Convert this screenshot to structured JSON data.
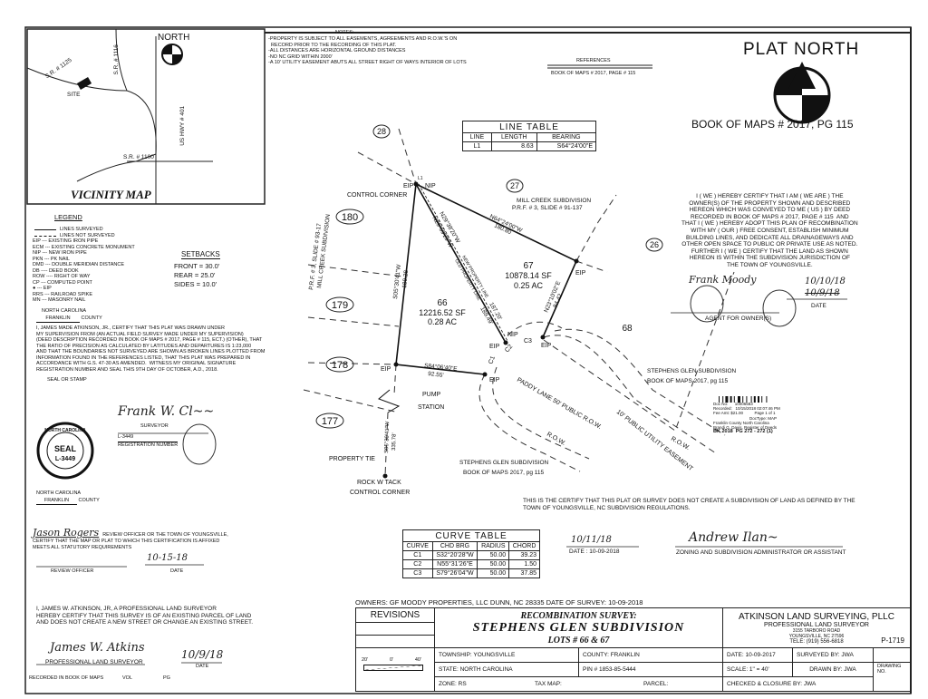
{
  "vicinity": {
    "title": "VICINITY MAP",
    "north": "NORTH",
    "roads": [
      "S.R. # 1125",
      "S.R. # 1116",
      "US HWY # 401",
      "S.R. # 1100"
    ],
    "site": "SITE"
  },
  "notes": {
    "title": "NOTES:",
    "lines": [
      "-PROPERTY IS SUBJECT TO ALL EASEMENTS, AGREEMENTS AND R.O.W.'S ON",
      "  RECORD PRIOR TO THE RECORDING OF THIS PLAT.",
      "-ALL DISTANCES ARE HORIZONTAL GROUND DISTANCES",
      "-NO NC GRID WITHIN 2000'",
      "-A 10' UTILITY EASEMENT ABUTS ALL STREET RIGHT OF WAYS INTERIOR OF LOTS"
    ]
  },
  "references": {
    "title": "REFERENCES",
    "text": "BOOK OF MAPS # 2017, PAGE # 115"
  },
  "plat_north": {
    "title": "PLAT NORTH",
    "book": "BOOK OF MAPS # 2017, PG 115"
  },
  "legend": {
    "title": "LEGEND",
    "items": [
      "LINES SURVEYED",
      "LINES NOT SURVEYED",
      "EIP --- EXISTING IRON PIPE",
      "ECM --- EXISTING CONCRETE MONUMENT",
      "NIP --- NEW IRON PIPE",
      "PKN --- PK NAIL",
      "DMD --- DOUBLE MERIDIAN DISTANCE",
      "DB ---- DEED BOOK",
      "ROW ---- RIGHT OF WAY",
      "CP --- COMPUTED POINT",
      "● --- EIP",
      "RRS --- RAILROAD SPIKE",
      "MN --- MASONRY NAIL"
    ]
  },
  "setbacks": {
    "title": "SETBACKS",
    "front": "FRONT = 30.0'",
    "rear": "REAR = 25.0'",
    "sides": "SIDES = 10.0'"
  },
  "surveyor_cert": {
    "state": "NORTH CAROLINA",
    "county": "FRANKLIN",
    "county_label": "COUNTY",
    "text": "I, JAMES MADE ATKINSON, JR., CERTIFY THAT THIS PLAT WAS DRAWN UNDER\nMY SUPERVISION FROM (AN ACTUAL FIELD SURVEY MADE UNDER MY SUPERVISION)\n(DEED DESCRIPTION RECORDED IN BOOK OF MAPS # 2017, PAGE # 115, ECT.) (OTHER), THAT\nTHE RATIO OF PRECISION AS CALCULATED BY LATITUDES AND DEPARTURES IS 1:23,000\nAND THAT THE BOUNDARIES NOT SURVEYED ARE SHOWN AS BROKEN LINES PLOTTED FROM\nINFORMATION FOUND IN THE REFERENCES LISTED, THAT THIS PLAT WAS PREPARED IN\nACCORDANCE WITH G.S. 47-30 AS AMENDED.  WITNESS MY ORIGINAL SIGNATURE\nREGISTRATION NUMBER AND SEAL THIS 9TH DAY OF OCTOBER, A.D., 2018.",
    "seal_label": "SEAL OR STAMP",
    "surveyor_label": "SURVEYOR",
    "reg_no": "L-3449",
    "reg_label": "REGISTRATION NUMBER"
  },
  "seal": {
    "top": "NORTH CAROLINA",
    "mid": "SEAL",
    "num": "L-3449"
  },
  "notary": {
    "state": "NORTH CAROLINA",
    "county": "FRANKLIN",
    "county_label": "COUNTY"
  },
  "review": {
    "name": "Jason Rogers",
    "text": "REVIEW OFFICER OR THE TOWN OF YOUNGSVILLE,\nCERTIFY THAT THE MAP OR PLAT TO WHICH THIS CERTIFICATION IS AFFIXED\nMEETS ALL STATUTORY REQUIREMENTS",
    "officer_label": "REVIEW OFFICER",
    "date": "10-15-18",
    "date_label": "DATE"
  },
  "pls_cert": {
    "text": "I, JAMES W. ATKINSON, JR, A PROFESSIONAL LAND SURVEYOR\nHEREBY CERTIFY THAT THIS SURVEY IS OF AN EXISTING PARCEL OF LAND\nAND DOES NOT CREATE A NEW STREET OR CHANGE AN EXISTING STREET.",
    "label": "PROFESSIONAL LAND SURVEYOR",
    "date": "10/9/18",
    "date_label": "DATE",
    "recorded": "RECORDED IN BOOK OF MAPS",
    "vol": "VOL",
    "pg": "PG"
  },
  "owner_cert": {
    "text": "I ( WE ) HEREBY CERTIFY THAT I AM ( WE ARE ) THE\nOWNER(S) OF THE PROPERTY SHOWN AND DESCRIBED\nHEREON WHICH WAS CONVEYED TO ME ( US ) BY DEED\nRECORDED IN BOOK OF MAPS # 2017, PAGE # 115  AND\nTHAT I ( WE ) HEREBY ADOPT THIS PLAN OF RECOMBINATION\nWITH MY ( OUR ) FREE CONSENT, ESTABLISH MINIMUM\nBUILDING LINES, AND DEDICATE ALL DRAINAGEWAYS AND\nOTHER OPEN SPACE TO PUBLIC OR PRIVATE USE AS NOTED.\nFURTHER I ( WE ) CERTIFY THAT THE LAND AS SHOWN\nHEREON IS WITHIN THE SUBDIVISION JURISDICTION OF\nTHE TOWN OF YOUNGSVILLE.",
    "signature": "Frank Moody",
    "agent_label": "AGENT FOR OWNER(S)",
    "date1": "10/10/18",
    "date2": "10/9/18",
    "date_label": "DATE"
  },
  "line_table": {
    "title": "LINE TABLE",
    "headers": [
      "LINE",
      "LENGTH",
      "BEARING"
    ],
    "rows": [
      [
        "L1",
        "8.63",
        "S64°24'00\"E"
      ]
    ]
  },
  "curve_table": {
    "title": "CURVE TABLE",
    "headers": [
      "CURVE",
      "CHD BRG",
      "RADIUS",
      "CHORD"
    ],
    "rows": [
      [
        "C1",
        "S32°20'28\"W",
        "50.00",
        "39.23"
      ],
      [
        "C2",
        "N55°31'26\"E",
        "50.00",
        "1.50"
      ],
      [
        "C3",
        "S79°26'04\"W",
        "50.00",
        "37.85"
      ]
    ]
  },
  "plat": {
    "lots": [
      {
        "num": "66",
        "sf": "12216.52 SF",
        "ac": "0.28 AC"
      },
      {
        "num": "67",
        "sf": "10878.14 SF",
        "ac": "0.25 AC"
      },
      {
        "num": "68"
      }
    ],
    "adjacent": [
      "28",
      "27",
      "180",
      "179",
      "178",
      "177",
      "26"
    ],
    "labels": {
      "control_corner": "CONTROL CORNER",
      "mill_creek_1": "MILL CREEK SUBDIVISION",
      "mill_creek_2": "P.R.F. # 3, SLIDE # 91-137",
      "mill_creek_v1": "P.R.F. # 3, SLIDE # 93-17",
      "mill_creek_v2": "MILL CREEK SUBDIVISION",
      "pump": "PUMP",
      "station": "STATION",
      "property_tie": "PROPERTY TIE",
      "rock1": "ROCK W TACK",
      "rock2": "CONTROL CORNER",
      "paddy": "PADDY LANE 50' PUBLIC R.O.W.",
      "row": "R.O.W.",
      "row2": "R.O.W.",
      "easement": "10' PUBLIC UTILITY EASEMENT",
      "stephens_1": "STEPHENS GLEN SUBDIVISION",
      "stephens_2": "BOOK OF MAPS 2017, pg 115",
      "new_line": "NEW PROPERTY LINE",
      "old_line": "OLD PROPERTY LINE",
      "eip": "EIP",
      "nip": "NIP",
      "l1": "L1",
      "c1": "C1",
      "c2": "C2",
      "c3": "C3"
    },
    "bearings": {
      "top": "N64°24'00\"W",
      "top_d": "180.80",
      "left": "S05°30'41\"W",
      "left_d": "189.28",
      "right": "N23°10'02\"E",
      "right_d": "84.42",
      "new": "N29°38'20\"W",
      "new_d": "187.20'",
      "old": "N29°59'29\"W",
      "old_d": "189.49'",
      "bottom": "S84°06'40\"E",
      "bottom_d": "92.55'",
      "tie": "S05°30'41\"W",
      "tie_d": "335.78'"
    }
  },
  "recording": {
    "doc": "Doc No:      10006583",
    "recv": "Recorded:   10/15/2018 02:07:46 PM",
    "fee": "Fee Amt: $21.00          Page 1 of 1",
    "type": "DocType: MAP",
    "county": "Franklin County North Carolina",
    "register": "Brandi G. Davis, Register of Deeds",
    "bk": "BK 2018  PG 272 - 272 (1)"
  },
  "zoning_cert": {
    "text": "THIS IS THE CERTIFY THAT THIS PLAT OR SURVEY DOES NOT CREATE A SUBDIVISION OF LAND AS DEFINED BY THE\nTOWN OF YOUNGSVILLE, NC SUBDIVISION REGULATIONS.",
    "date_hand": "10/11/18",
    "date": "DATE : 10-09-2018",
    "label": "ZONING AND SUBDIVISION ADMINISTRATOR OR ASSISTANT"
  },
  "owners_line": "OWNERS: GF MOODY PROPERTIES, LLC  DUNN, NC 28335   DATE OF SURVEY: 10-09-2018",
  "title_block": {
    "revisions": "REVISIONS",
    "survey_type": "RECOMBINATION SURVEY:",
    "subdivision": "STEPHENS GLEN SUBDIVISION",
    "lots": "LOTS # 66 & 67",
    "company": "ATKINSON LAND SURVEYING, PLLC",
    "company_sub": "PROFESSIONAL LAND SURVEYOR",
    "address1": "3155 TARBORO ROAD",
    "address2": "YOUNGSVILLE, NC 27596",
    "phone": "TELE: (919) 556-6818",
    "license": "P-1719",
    "township": "TOWNSHIP:  YOUNGSVILLE",
    "county": "COUNTY: FRANKLIN",
    "date": "DATE:    10-09-2017",
    "surveyed": "SURVEYED BY: JWA",
    "state": "STATE:  NORTH CAROLINA",
    "pin": "PIN # 1853-85-5444",
    "scale": "SCALE: 1\" = 40'",
    "drawn": "DRAWN BY: JWA",
    "drawing_no": "DRAWING NO.",
    "zone": "ZONE:      RS",
    "tax_map": "TAX MAP:",
    "parcel": "PARCEL:",
    "checked": "CHECKED & CLOSURE BY: JWA",
    "scale_bar": [
      "20'",
      "0'",
      "40'"
    ]
  }
}
